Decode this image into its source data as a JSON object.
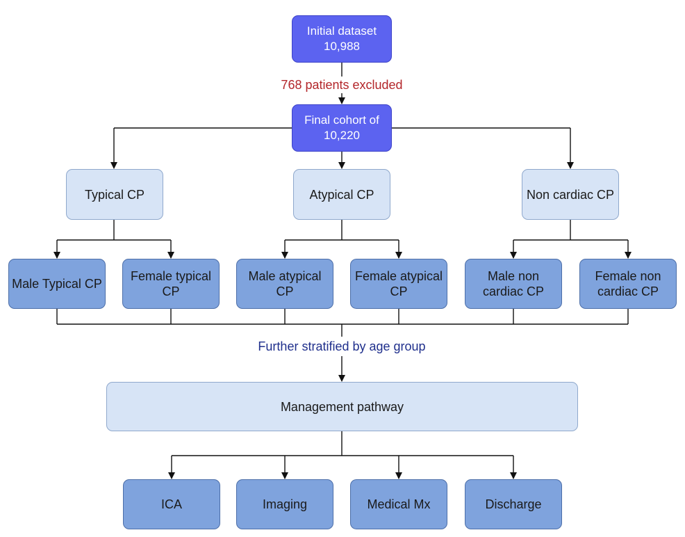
{
  "nodes": {
    "initial": "Initial dataset\n10,988",
    "final": "Final cohort of\n10,220",
    "typical": "Typical CP",
    "atypical": "Atypical CP",
    "noncardiac": "Non cardiac CP",
    "male_typical": "Male Typical CP",
    "female_typical": "Female typical\nCP",
    "male_atypical": "Male atypical\nCP",
    "female_atypical": "Female atypical\nCP",
    "male_noncardiac": "Male non\ncardiac CP",
    "female_noncardiac": "Female non\ncardiac CP",
    "management": "Management pathway",
    "ica": "ICA",
    "imaging": "Imaging",
    "medical": "Medical Mx",
    "discharge": "Discharge"
  },
  "annotations": {
    "excluded": "768 patients excluded",
    "stratified": "Further stratified by age group"
  }
}
